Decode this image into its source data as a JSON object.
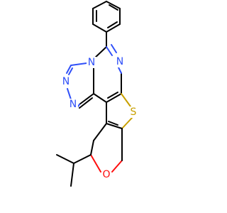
{
  "molecule": {
    "atoms": {
      "n_triazole_1": {
        "label": "N",
        "color": "#3050F8"
      },
      "n_triazole_2": {
        "label": "N",
        "color": "#3050F8"
      },
      "n_triazole_3": {
        "label": "N",
        "color": "#3050F8"
      },
      "n_pyrimidine": {
        "label": "N",
        "color": "#3050F8"
      },
      "s_thiophene": {
        "label": "S",
        "color": "#C8A000"
      },
      "o_pyran": {
        "label": "O",
        "color": "#FF0D0D"
      }
    }
  }
}
